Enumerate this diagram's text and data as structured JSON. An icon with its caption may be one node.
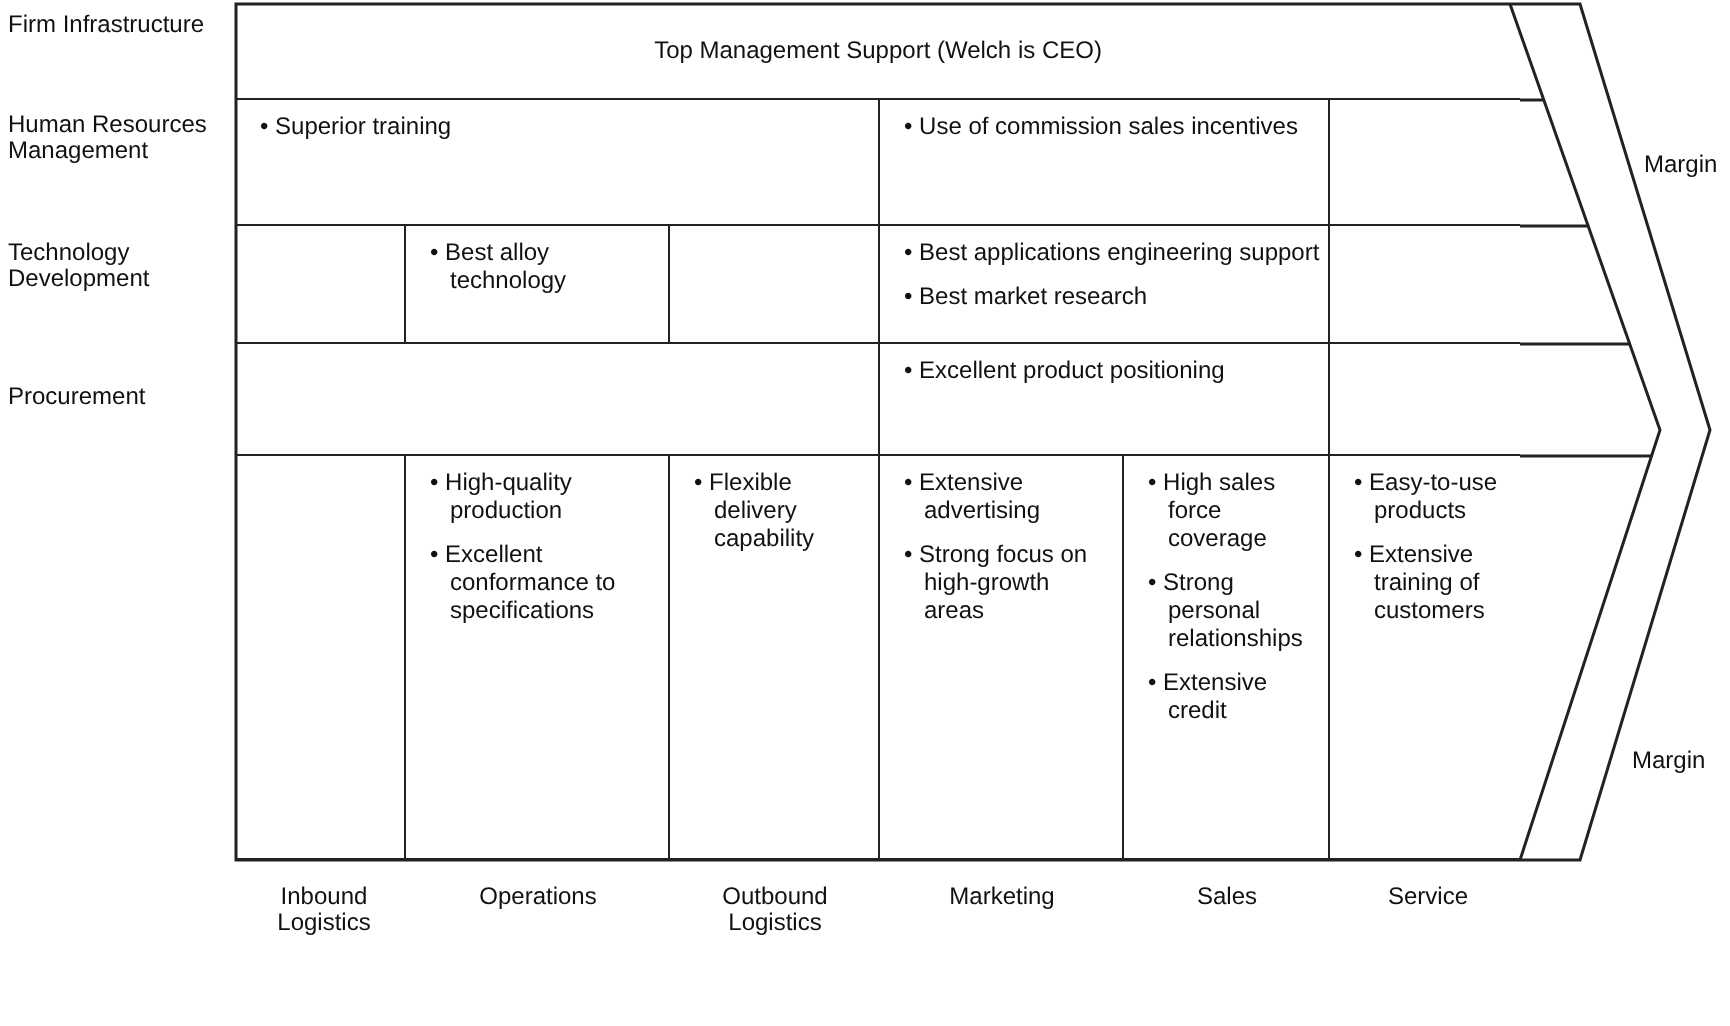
{
  "diagram": {
    "nodes": [
      {
        "text": [
          "Top Management Support (Welch is CEO)"
        ]
      },
      {
        "text": [
          "• Superior training"
        ]
      },
      {
        "text": [
          "• Use of commission sales incentives"
        ]
      },
      {
        "text": [],
        "shape": "box"
      },
      {
        "text": [],
        "shape": "box"
      },
      {
        "text": [
          "• Best alloy technology"
        ]
      },
      {
        "text": [],
        "shape": "box"
      },
      {
        "text": [
          "• Best applications engineering support",
          "• Best market research"
        ]
      },
      {
        "text": [],
        "shape": "box"
      },
      {
        "text": [],
        "shape": "box"
      },
      {
        "text": [
          "• Excellent product positioning"
        ]
      },
      {
        "text": [],
        "shape": "box"
      },
      {
        "text": [],
        "shape": "box"
      },
      {
        "text": [
          "• High-quality production",
          "• Excellent conformance to specifications"
        ]
      },
      {
        "text": [
          "• Flexible delivery capability"
        ]
      },
      {
        "text": [
          "• Extensive advertising",
          "• Strong focus on high-growth areas"
        ]
      },
      {
        "text": [
          "• High sales force coverage",
          "• Strong personal relationships",
          "• Extensive credit"
        ]
      },
      {
        "text": [
          "• Easy-to-use products",
          "• Extensive training of customers"
        ]
      }
    ],
    "edges": [],
    "labels": [
      "Firm Infrastructure",
      "Human Resources Management",
      "Margin",
      "Technology Development",
      "Procurement",
      "Margin",
      "Inbound Logistics",
      "Operations",
      "Outbound Logistics",
      "Marketing",
      "Sales",
      "Service"
    ]
  }
}
